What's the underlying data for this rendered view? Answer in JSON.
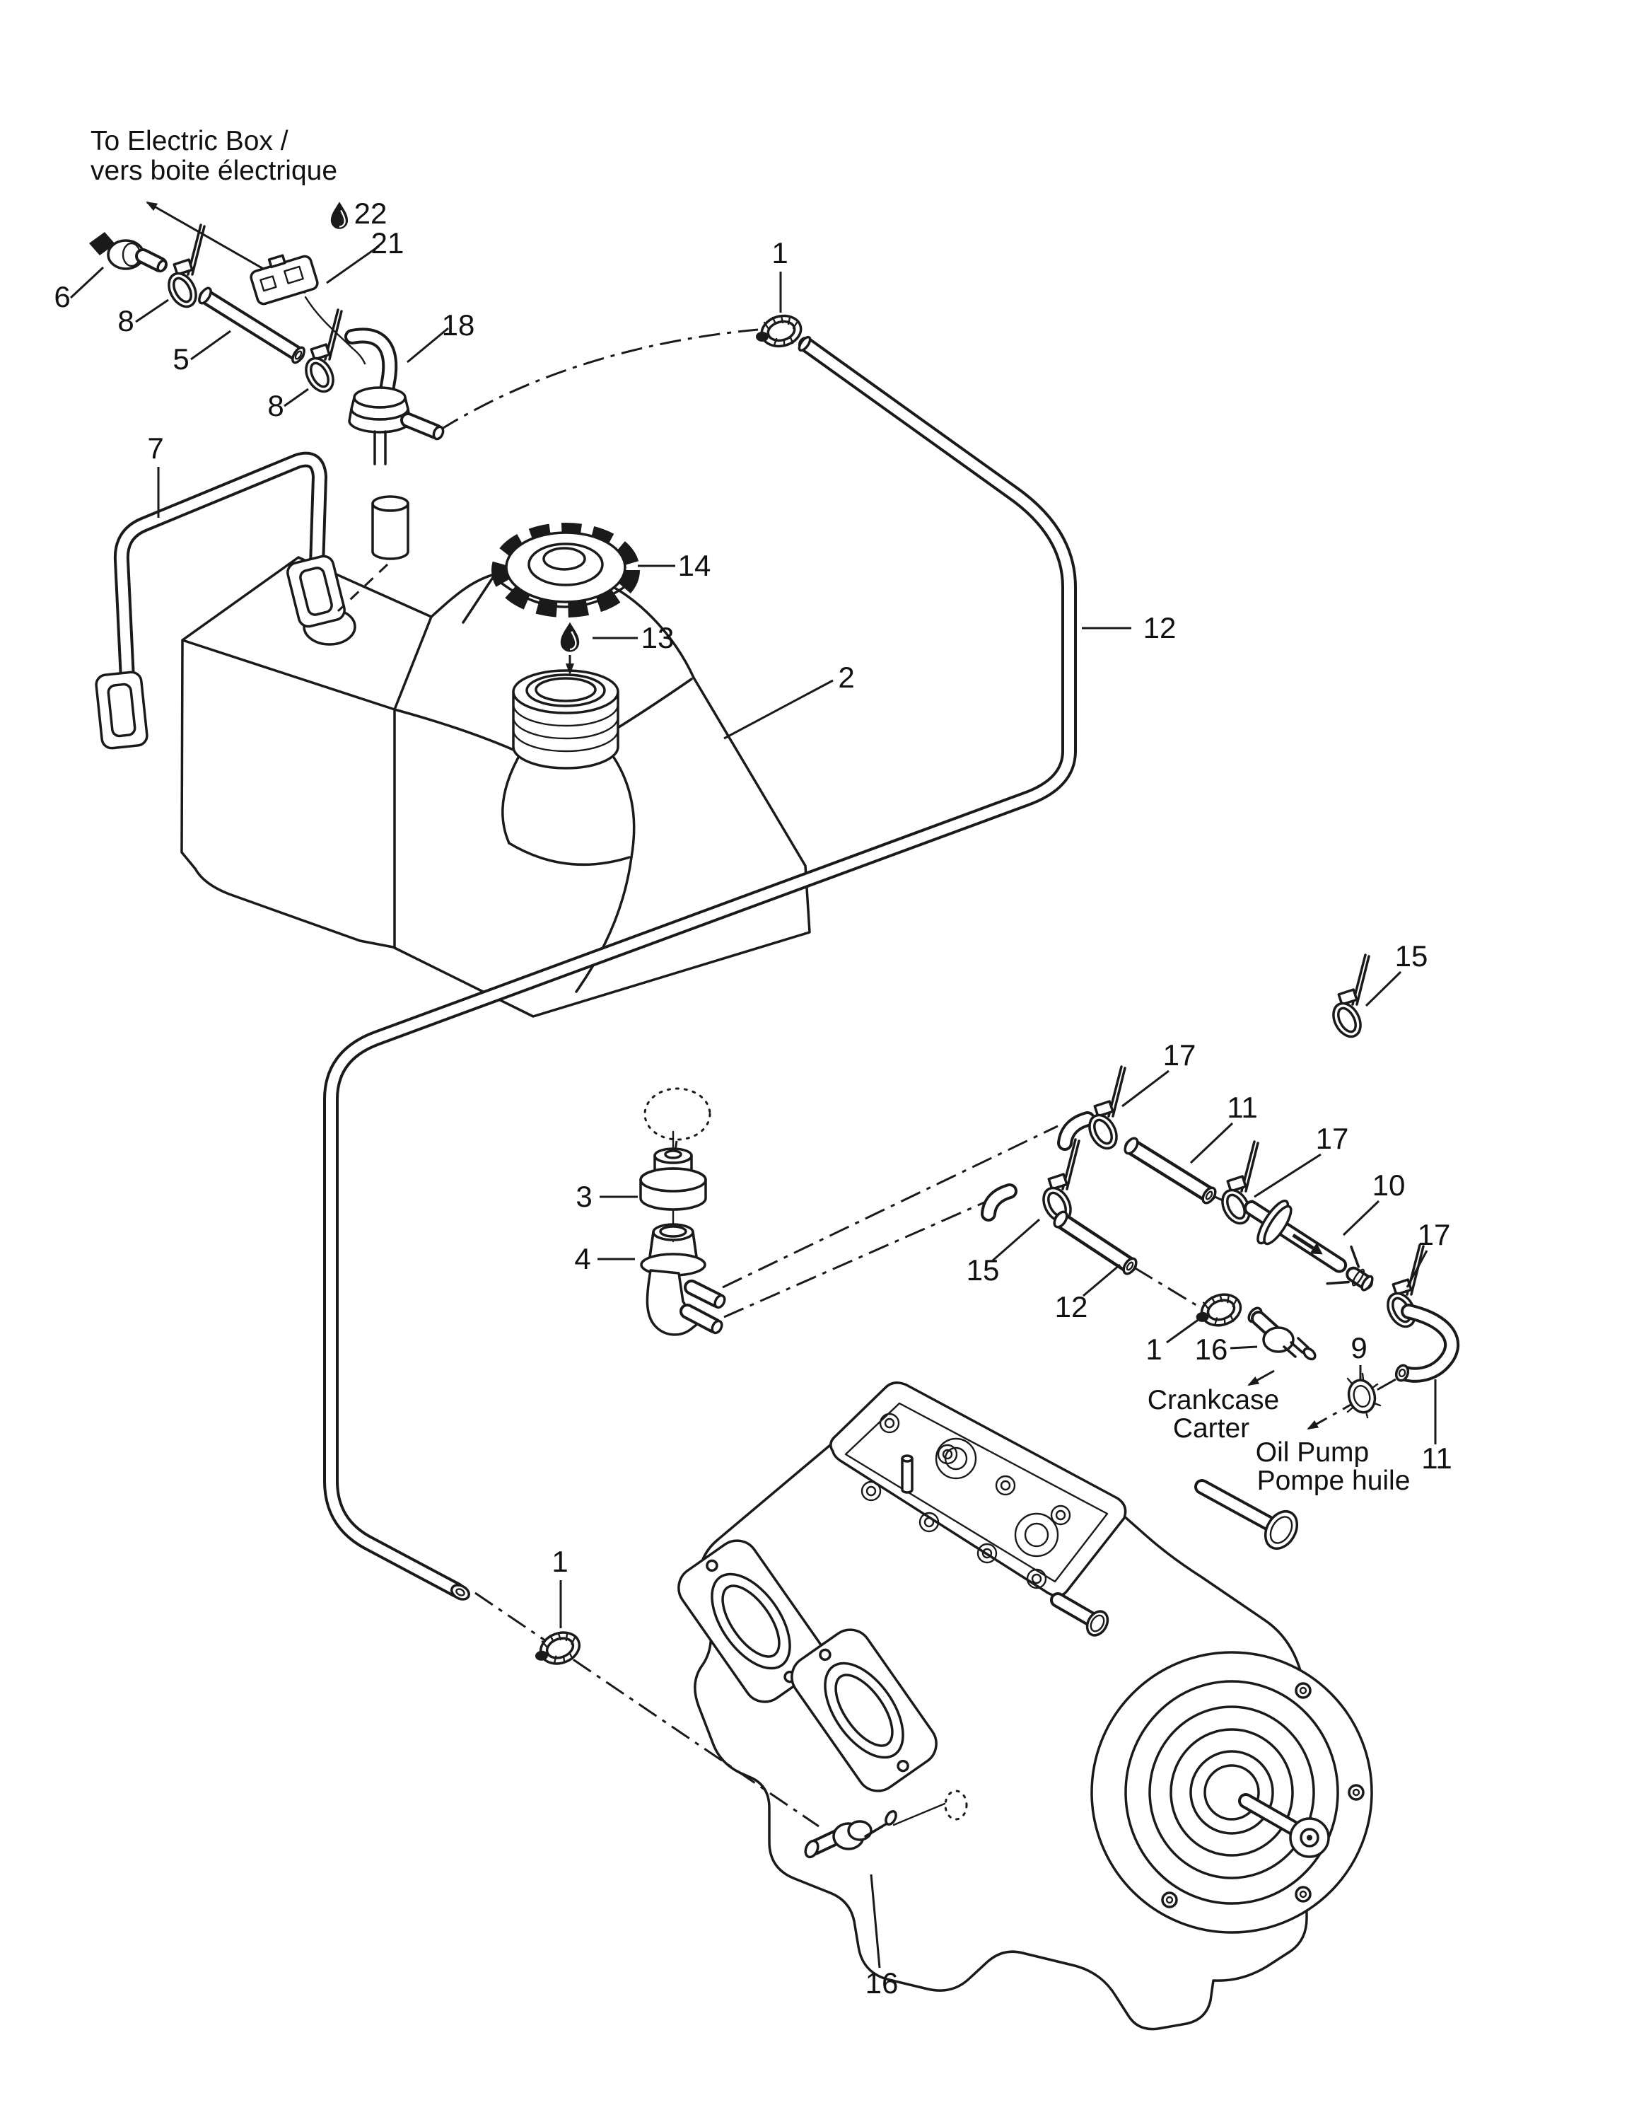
{
  "diagram": {
    "type": "exploded-parts-diagram",
    "subject": "oil injection system with oil tank and engine",
    "background_color": "#ffffff",
    "line_color": "#1a1a1a"
  },
  "annotations": {
    "to_electric_box": {
      "line1": "To Electric Box /",
      "line2": "vers boite électrique"
    },
    "crankcase": {
      "line1": "Crankcase",
      "line2": "Carter"
    },
    "oil_pump": {
      "line1": "Oil Pump",
      "line2": "Pompe huile"
    }
  },
  "parts": {
    "p1": "1",
    "p2": "2",
    "p3": "3",
    "p4": "4",
    "p5": "5",
    "p6": "6",
    "p7": "7",
    "p8": "8",
    "p9": "9",
    "p10": "10",
    "p11": "11",
    "p12": "12",
    "p13": "13",
    "p14": "14",
    "p15": "15",
    "p16": "16",
    "p17": "17",
    "p18": "18",
    "p21": "21",
    "p22": "22"
  }
}
